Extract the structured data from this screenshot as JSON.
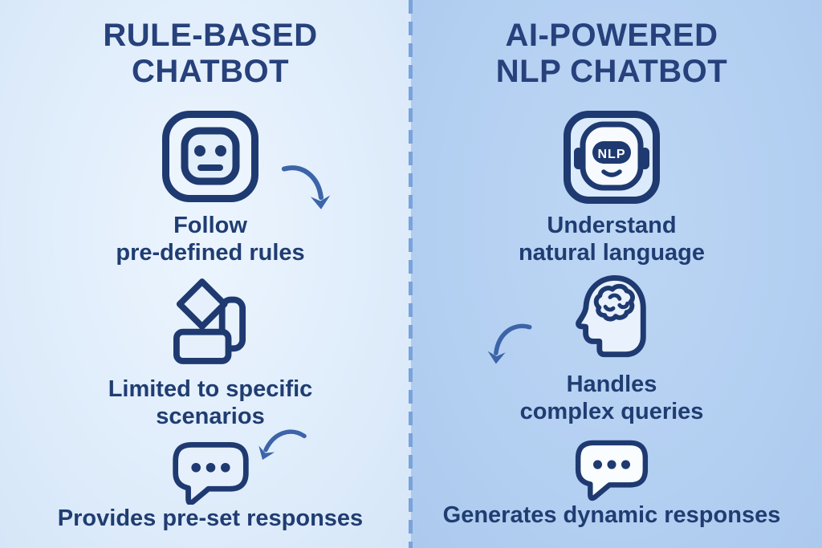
{
  "left_panel": {
    "title_line1": "RULE-BASED",
    "title_line2": "CHATBOT",
    "items": [
      {
        "icon": "robot-face-icon",
        "line1": "Follow",
        "line2": "pre-defined rules"
      },
      {
        "icon": "flowchart-icon",
        "line1": "Limited to specific",
        "line2": "scenarios"
      },
      {
        "icon": "speech-bubble-icon",
        "line1": "Provides pre-set responses",
        "line2": ""
      }
    ]
  },
  "right_panel": {
    "title_line1": "AI-POWERED",
    "title_line2": "NLP CHATBOT",
    "items": [
      {
        "icon": "nlp-robot-icon",
        "badge": "NLP",
        "line1": "Understand",
        "line2": "natural language"
      },
      {
        "icon": "head-brain-icon",
        "line1": "Handles",
        "line2": "complex queries"
      },
      {
        "icon": "speech-bubble-icon",
        "line1": "Generates dynamic responses",
        "line2": ""
      }
    ]
  },
  "icons": {
    "left": [
      "robot-face-icon",
      "curved-arrow-icon",
      "flowchart-icon",
      "curved-arrow-icon",
      "speech-bubble-icon"
    ],
    "right": [
      "nlp-robot-icon",
      "curved-arrow-icon",
      "head-brain-icon",
      "speech-bubble-icon"
    ]
  },
  "colors": {
    "left_bg": "#e0edfb",
    "right_bg": "#b3cff1",
    "navy_stroke": "#1e3a70",
    "title_text": "#26417b",
    "body_text": "#203d72",
    "arrow_blue": "#3c64a8",
    "divider_dash": "#7aa3d9",
    "icon_fill_light": "#e8f1fc",
    "bubble_fill_white": "#fafdff"
  }
}
